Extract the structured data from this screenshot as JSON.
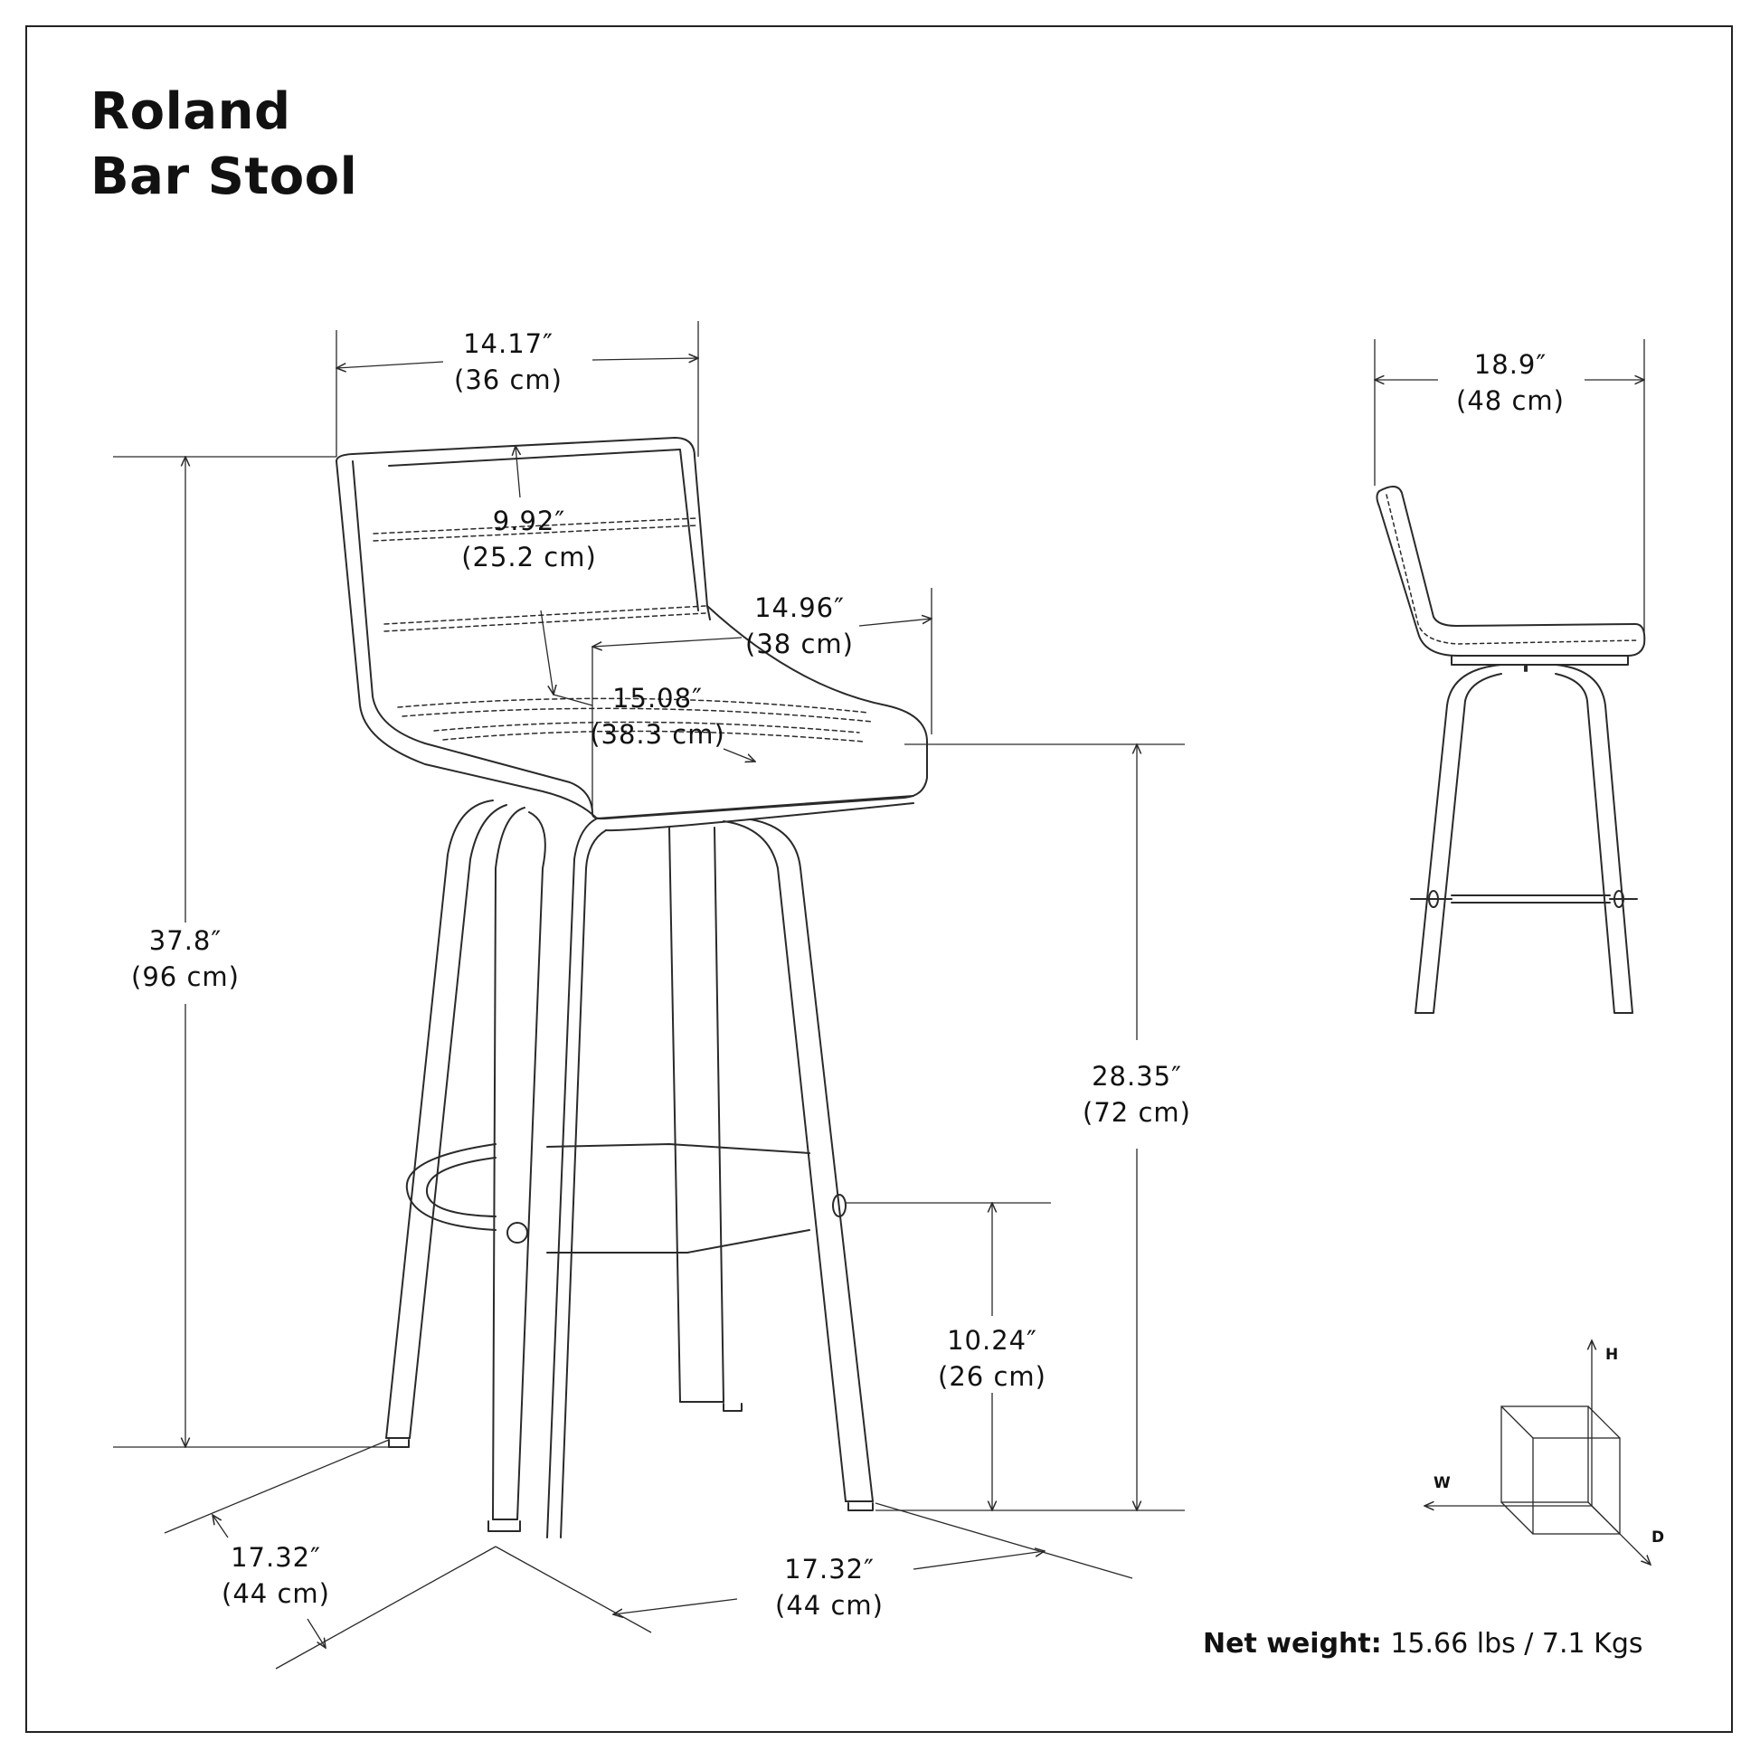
{
  "title": {
    "line1": "Roland",
    "line2": "Bar Stool"
  },
  "dimensions": {
    "back_width": {
      "inch": "14.17″",
      "cm": "(36 cm)"
    },
    "back_height": {
      "inch": "9.92″",
      "cm": "(25.2 cm)"
    },
    "seat_width": {
      "inch": "14.96″",
      "cm": "(38 cm)"
    },
    "seat_depth": {
      "inch": "15.08″",
      "cm": "(38.3 cm)"
    },
    "total_height": {
      "inch": "37.8″",
      "cm": "(96 cm)"
    },
    "seat_height": {
      "inch": "28.35″",
      "cm": "(72 cm)"
    },
    "footrest_height": {
      "inch": "10.24″",
      "cm": "(26 cm)"
    },
    "base_width": {
      "inch": "17.32″",
      "cm": "(44 cm)"
    },
    "base_depth": {
      "inch": "17.32″",
      "cm": "(44 cm)"
    },
    "side_width": {
      "inch": "18.9″",
      "cm": "(48 cm)"
    }
  },
  "axes": {
    "height": "H",
    "width": "W",
    "depth": "D"
  },
  "net_weight": {
    "label": "Net weight:",
    "value": "15.66 lbs / 7.1 Kgs"
  },
  "colors": {
    "line": "#2a2a2a",
    "background": "#ffffff"
  }
}
